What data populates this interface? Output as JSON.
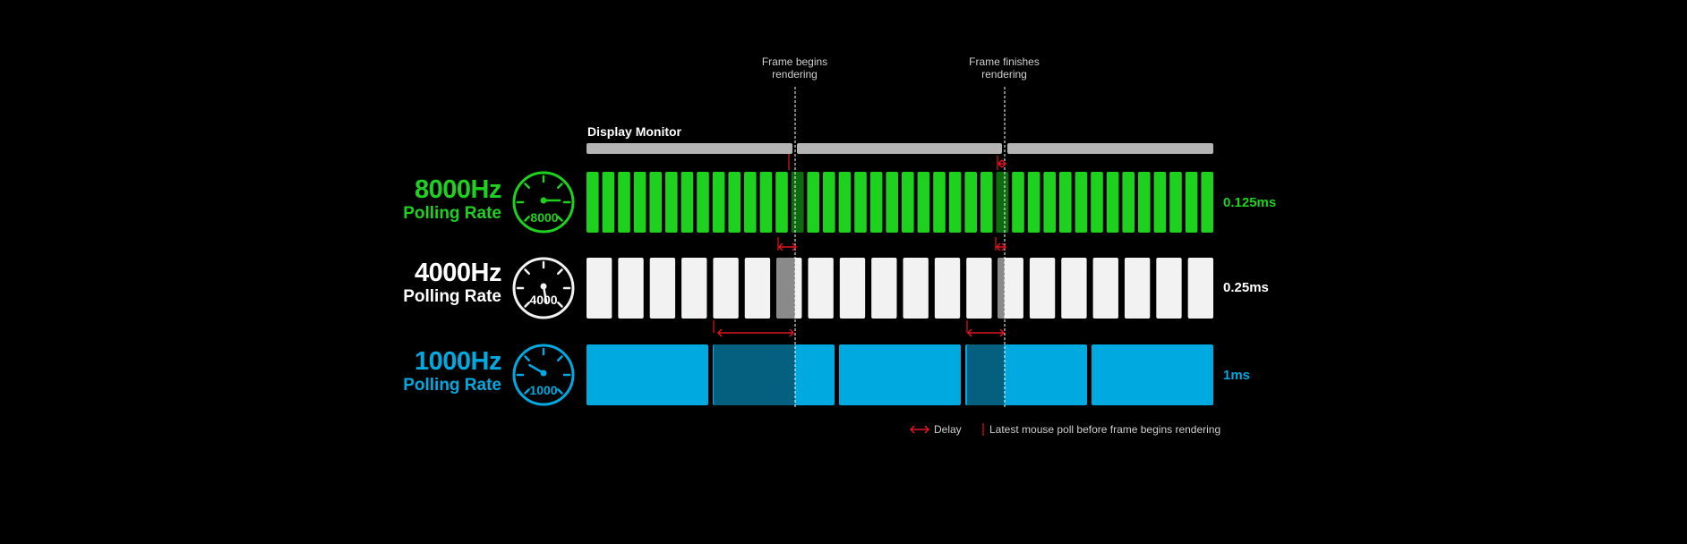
{
  "annotations": {
    "frame_begins": [
      "Frame begins",
      "rendering"
    ],
    "frame_finishes": [
      "Frame finishes",
      "rendering"
    ],
    "display_monitor": "Display Monitor"
  },
  "rows": [
    {
      "id": "r8000",
      "hz": "8000Hz",
      "label": "Polling Rate",
      "gauge": "8000",
      "interval": "0.125ms",
      "color": "#1ed11e",
      "dark": "#0f6b0f",
      "count": 40,
      "needle_deg": 90
    },
    {
      "id": "r4000",
      "hz": "4000Hz",
      "label": "Polling Rate",
      "gauge": "4000",
      "interval": "0.25ms",
      "color": "#f2f2f2",
      "dark": "#8a8a8a",
      "count": 20,
      "needle_deg": 170
    },
    {
      "id": "r1000",
      "hz": "1000Hz",
      "label": "Polling Rate",
      "gauge": "1000",
      "interval": "1ms",
      "color": "#00a9e0",
      "dark": "#05607f",
      "count": 5,
      "needle_deg": 300
    }
  ],
  "legend": {
    "delay": "Delay",
    "latest_poll": "Latest mouse poll before frame begins rendering"
  },
  "colors": {
    "background": "#000000",
    "monitor_bar": "#b4b4b4",
    "marker_red": "#e0141e",
    "guide": "#ffffff"
  }
}
